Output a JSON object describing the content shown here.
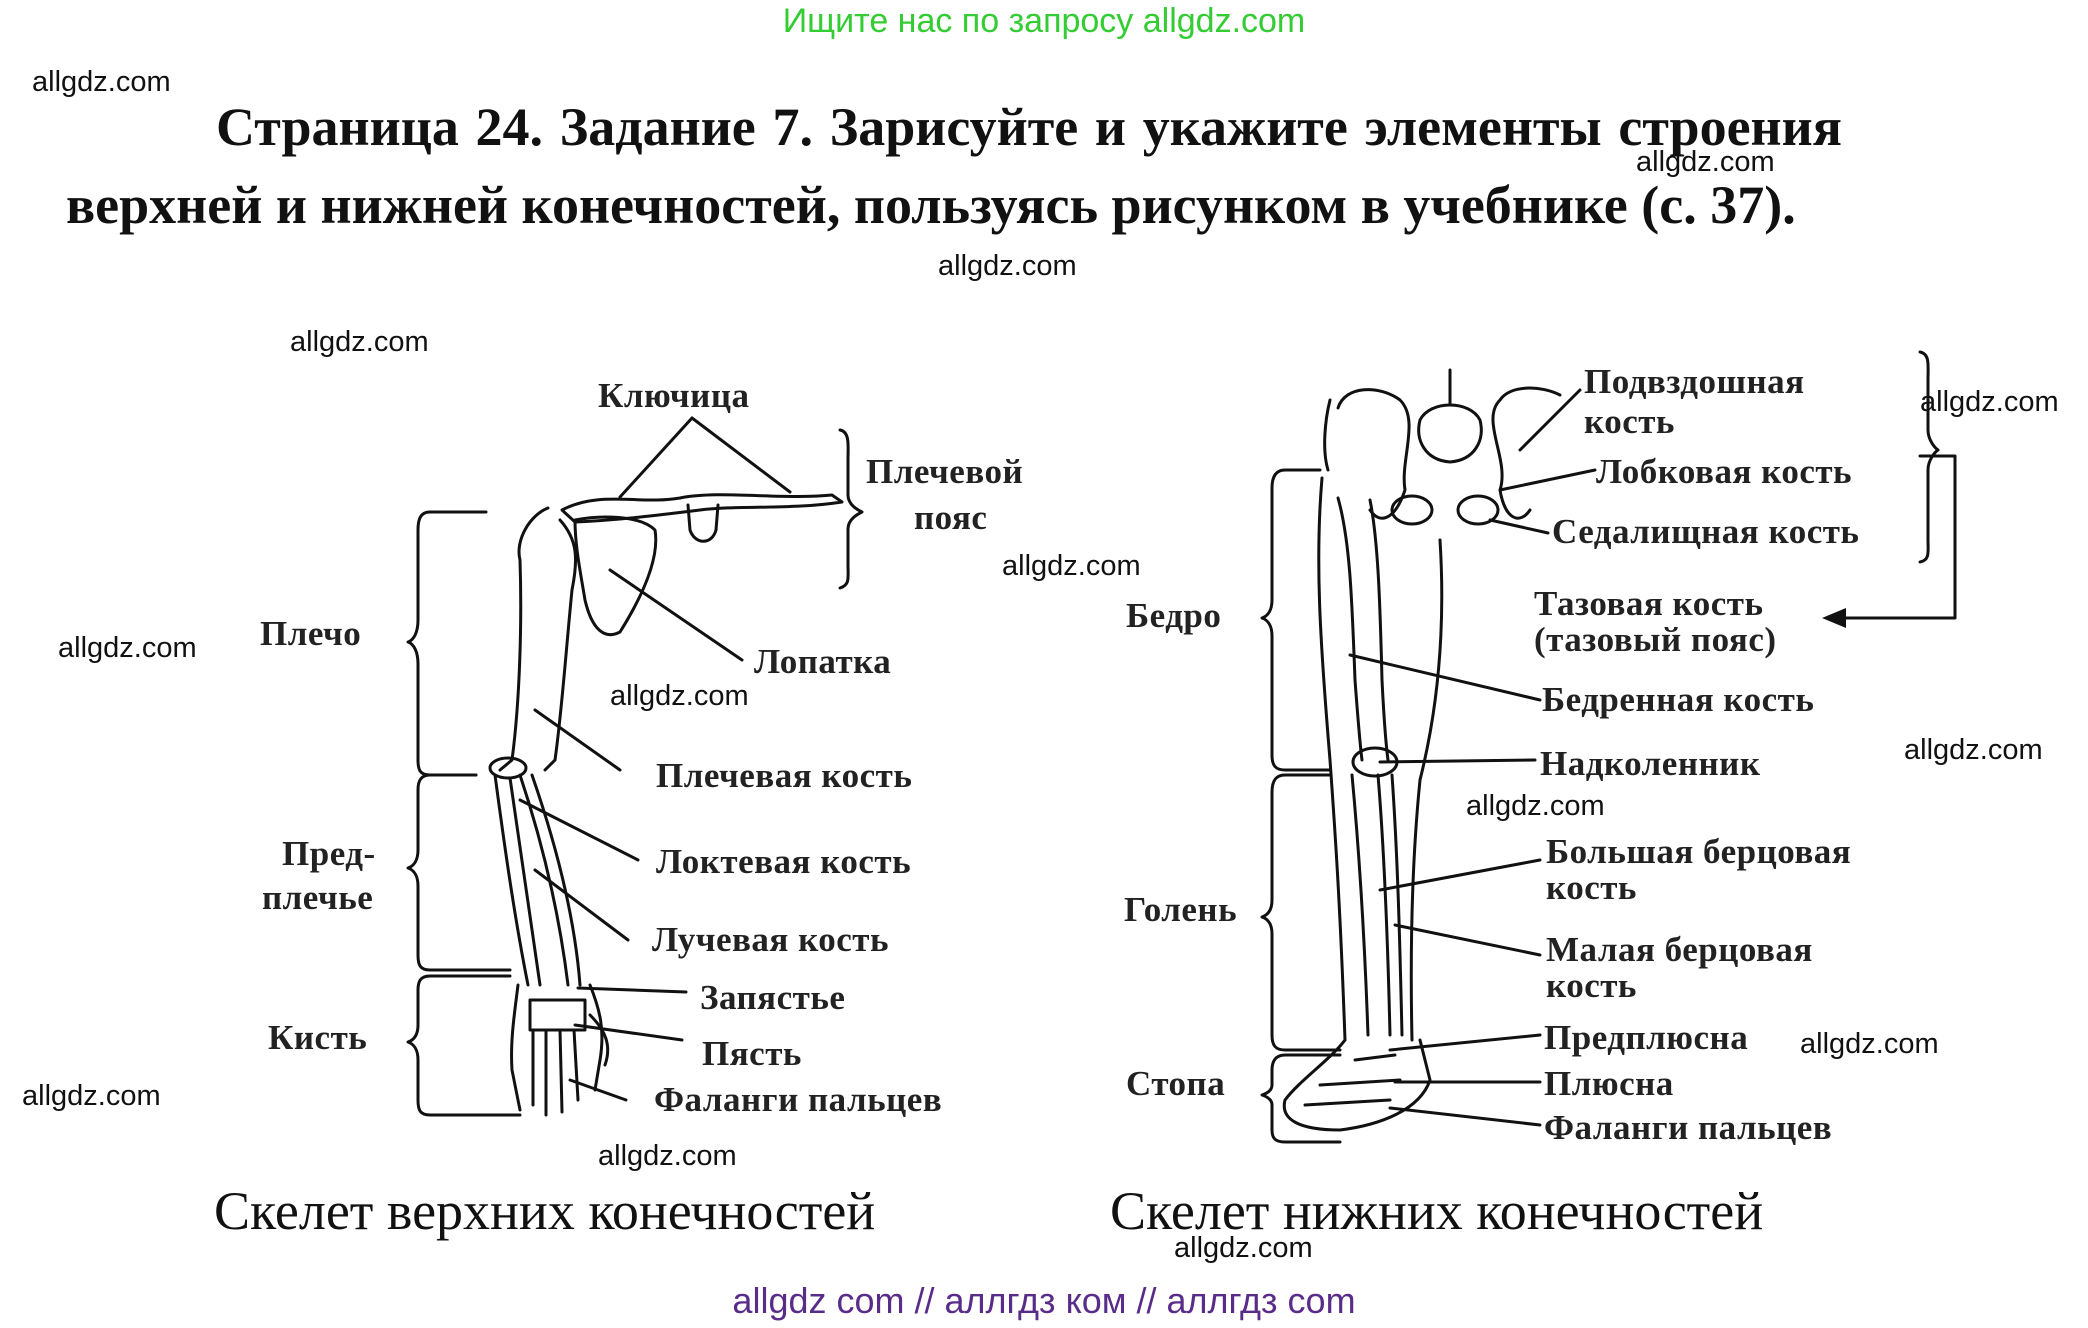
{
  "banner_top": "Ищите нас по запросу allgdz.com",
  "task_text": "Страница 24. Задание 7. Зарисуйте и укажите элементы строения верхней и нижней конечностей, пользуясь рисунком в учебнике (с. 37).",
  "watermarks": [
    "allgdz.com",
    "allgdz.com",
    "allgdz.com",
    "allgdz.com",
    "allgdz.com",
    "allgdz.com",
    "allgdz.com",
    "allgdz.com",
    "allgdz.com",
    "allgdz.com",
    "allgdz.com",
    "allgdz.com",
    "allgdz.com"
  ],
  "upper_limb": {
    "labels": {
      "klyuchitsa": "Ключица",
      "plechevoy_poyas_1": "Плечевой",
      "plechevoy_poyas_2": "пояс",
      "plecho": "Плечо",
      "lopatka": "Лопатка",
      "plechevaya_kost": "Плечевая кость",
      "predplechye_1": "Пред-",
      "predplechye_2": "плечье",
      "loktevaya_kost": "Локтевая кость",
      "luchevaya_kost": "Лучевая кость",
      "kist": "Кисть",
      "zapyastye": "Запястье",
      "pyast": "Пясть",
      "falangi": "Фаланги пальцев"
    },
    "caption": "Скелет верхних конечностей"
  },
  "lower_limb": {
    "labels": {
      "podvzdoshnaya_1": "Подвздошная",
      "podvzdoshnaya_2": "кость",
      "lobkovaya": "Лобковая кость",
      "sedalishchnaya": "Седалищная кость",
      "tazovaya_1": "Тазовая кость",
      "tazovaya_2": "(тазовый пояс)",
      "bedro": "Бедро",
      "bedrennaya": "Бедренная кость",
      "nadkolennik": "Надколенник",
      "bolshaya_1": "Большая берцовая",
      "bolshaya_2": "кость",
      "golen": "Голень",
      "malaya_1": "Малая  берцовая",
      "malaya_2": "кость",
      "predplyusna": "Предплюсна",
      "stopa": "Стопа",
      "plyusna": "Плюсна",
      "falangi": "Фаланги пальцев"
    },
    "caption": "Скелет нижних конечностей"
  },
  "banner_bottom": "allgdz com  //  аллгдз ком  //  аллгдз com",
  "colors": {
    "banner_top": "#33cc33",
    "banner_bottom": "#5a2c8a",
    "ink": "#111111"
  }
}
